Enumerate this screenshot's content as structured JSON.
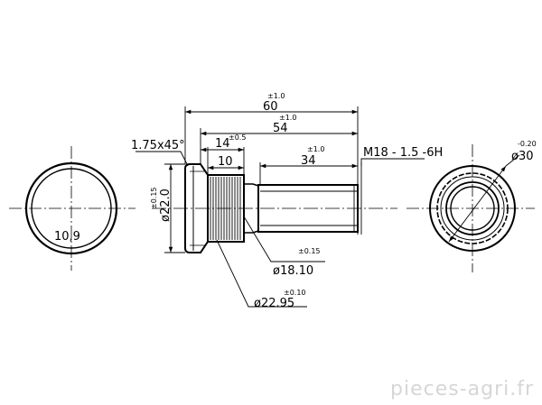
{
  "dimensions": {
    "total_length": {
      "value": "60",
      "tolerance": "±1.0"
    },
    "body_length": {
      "value": "54",
      "tolerance": "±1.0"
    },
    "thread_length": {
      "value": "34",
      "tolerance": "±1.0"
    },
    "knurl_length": {
      "value": "14",
      "tolerance": "±0.5"
    },
    "knurl_inner": {
      "value": "10"
    },
    "chamfer": {
      "value": "1.75x45°"
    },
    "head_diameter": {
      "value": "ø22.0",
      "tolerance": "±0.15"
    },
    "shank_diameter": {
      "value": "ø18.10",
      "tolerance": "±0.15"
    },
    "knurl_diameter": {
      "value": "ø22.95",
      "tolerance": "±0.10"
    },
    "thread_spec": {
      "value": "M18 - 1.5 -6H"
    },
    "end_view_diameter": {
      "value": "ø30",
      "tolerance": "-0.20"
    },
    "head_thickness": {
      "value": "10,9"
    }
  },
  "colors": {
    "line": "#000000",
    "watermark": "#d6d6d6"
  },
  "watermark": "pieces-agri.fr"
}
